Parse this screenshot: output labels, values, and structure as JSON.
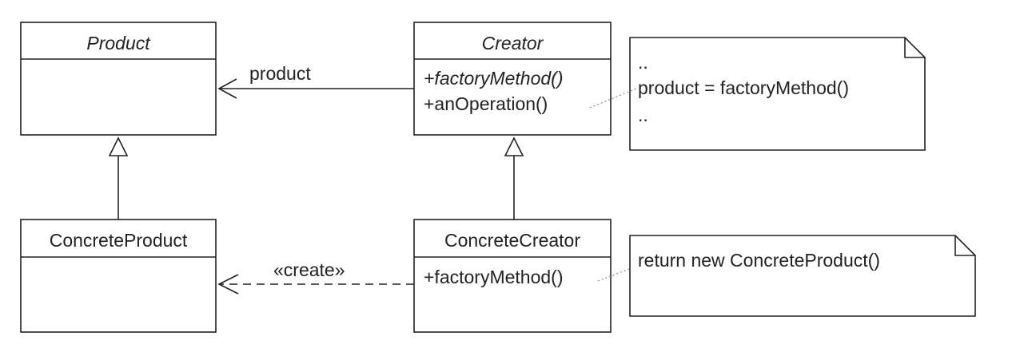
{
  "classes": {
    "product": {
      "name": "Product"
    },
    "creator": {
      "name": "Creator",
      "operations": [
        "+factoryMethod()",
        "+anOperation()"
      ]
    },
    "concrete_product": {
      "name": "ConcreteProduct"
    },
    "concrete_creator": {
      "name": "ConcreteCreator",
      "operations": [
        "+factoryMethod()"
      ]
    }
  },
  "associations": {
    "product_label": "product",
    "create_label": "«create»"
  },
  "notes": {
    "an_operation_note": {
      "lines": [
        "..",
        "product = factoryMethod()",
        ".."
      ]
    },
    "factory_method_note": {
      "lines": [
        "return new ConcreteProduct()"
      ]
    }
  }
}
